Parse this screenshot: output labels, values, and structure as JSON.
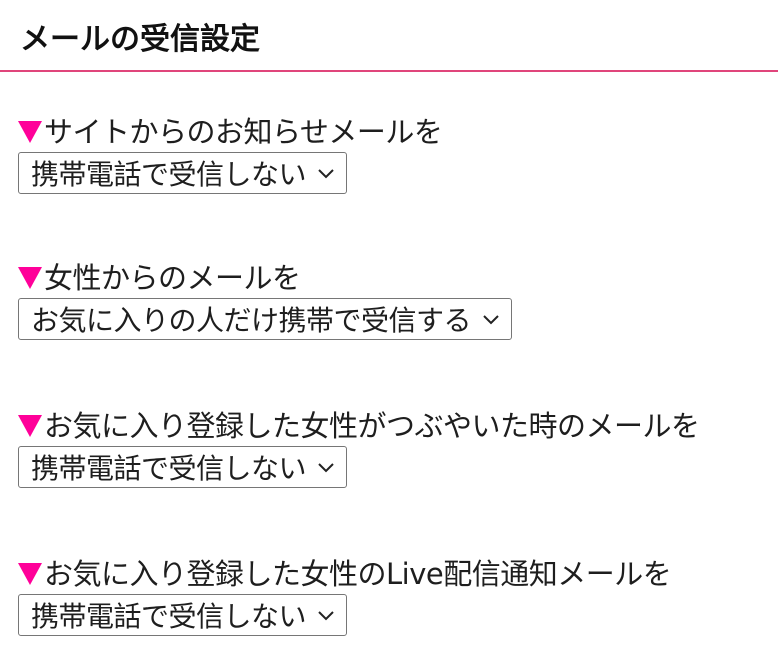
{
  "header": {
    "title": "メールの受信設定"
  },
  "colors": {
    "accent": "#ff0099",
    "divider": "#e0457b"
  },
  "settings": [
    {
      "label": "サイトからのお知らせメールを",
      "selected": "携帯電話で受信しない"
    },
    {
      "label": "女性からのメールを",
      "selected": "お気に入りの人だけ携帯で受信する"
    },
    {
      "label": "お気に入り登録した女性がつぶやいた時のメールを",
      "selected": "携帯電話で受信しない"
    },
    {
      "label": "お気に入り登録した女性のLive配信通知メールを",
      "selected": "携帯電話で受信しない"
    }
  ],
  "icons": {
    "bullet": "triangle-down-icon",
    "dropdown": "chevron-down-icon"
  }
}
